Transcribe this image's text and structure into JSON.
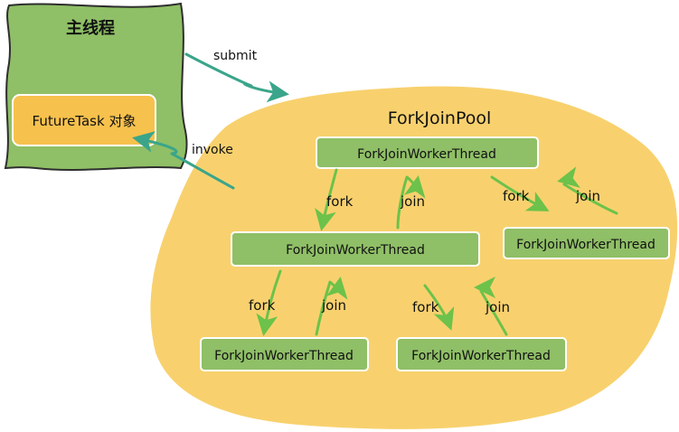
{
  "main_thread": {
    "title": "主线程",
    "task_label": "FutureTask 对象"
  },
  "pool": {
    "title": "ForkJoinPool"
  },
  "edges": {
    "submit": "submit",
    "invoke": "invoke",
    "fork": "fork",
    "join": "join"
  },
  "nodes": {
    "root": "ForkJoinWorkerThread",
    "middle": "ForkJoinWorkerThread",
    "right": "ForkJoinWorkerThread",
    "bottom_left": "ForkJoinWorkerThread",
    "bottom_right": "ForkJoinWorkerThread"
  },
  "colors": {
    "main_thread_fill": "#8fbf66",
    "task_fill": "#f7c14d",
    "pool_fill": "#f8d16e",
    "worker_fill": "#8fbf66",
    "arrow_teal": "#3aa58a",
    "arrow_green": "#6cc24a"
  }
}
